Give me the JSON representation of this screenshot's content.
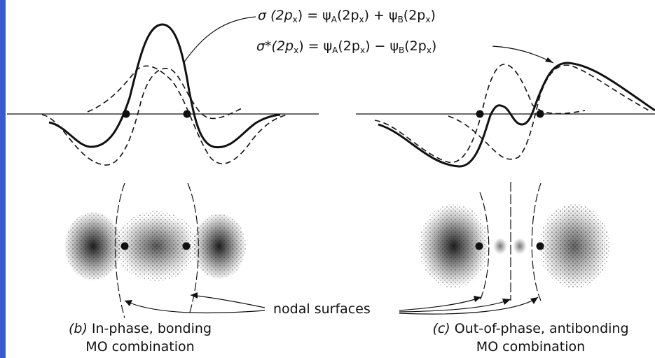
{
  "equations": {
    "bonding": {
      "lhs": "σ (2p",
      "lhs_sub": "x",
      "eq_part1": ") = ψ",
      "a_sub": "A",
      "mid1": "(2p",
      "x1": "x",
      "op": ") + ψ",
      "b_sub": "B",
      "mid2": "(2p",
      "x2": "x",
      "end": ")"
    },
    "antibonding": {
      "lhs": "σ*(2p",
      "lhs_sub": "x",
      "eq_part1": ") = ψ",
      "a_sub": "A",
      "mid1": "(2p",
      "x1": "x",
      "op": ") − ψ",
      "b_sub": "B",
      "mid2": "(2p",
      "x2": "x",
      "end": ")"
    }
  },
  "nodal_label": "nodal surfaces",
  "captions": {
    "b_letter": "(b)",
    "b_line1": " In-phase, bonding",
    "b_line2": "MO combination",
    "c_letter": "(c)",
    "c_line1": " Out-of-phase, antibonding",
    "c_line2": "MO combination"
  },
  "colors": {
    "accent_bar": "#3a5bd0",
    "ink": "#111111"
  }
}
